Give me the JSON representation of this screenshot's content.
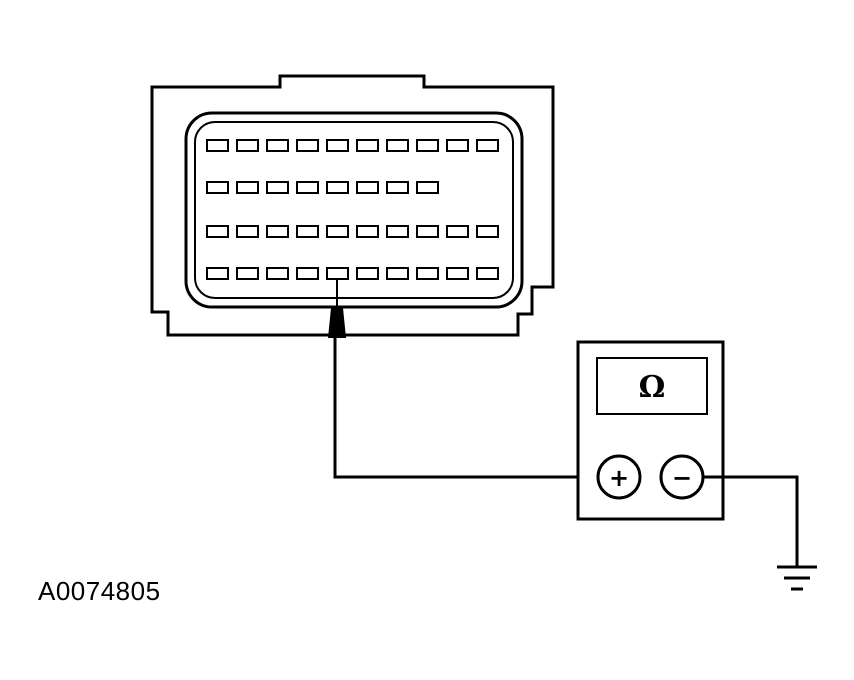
{
  "figure_id": "A0074805",
  "meter": {
    "display_symbol": "Ω",
    "positive_terminal": "+",
    "negative_terminal": "−"
  },
  "connector": {
    "pin_rows": [
      10,
      8,
      10,
      10
    ],
    "probed_row": 4,
    "probed_pin": 5
  },
  "colors": {
    "line": "#000000",
    "background": "#ffffff"
  }
}
